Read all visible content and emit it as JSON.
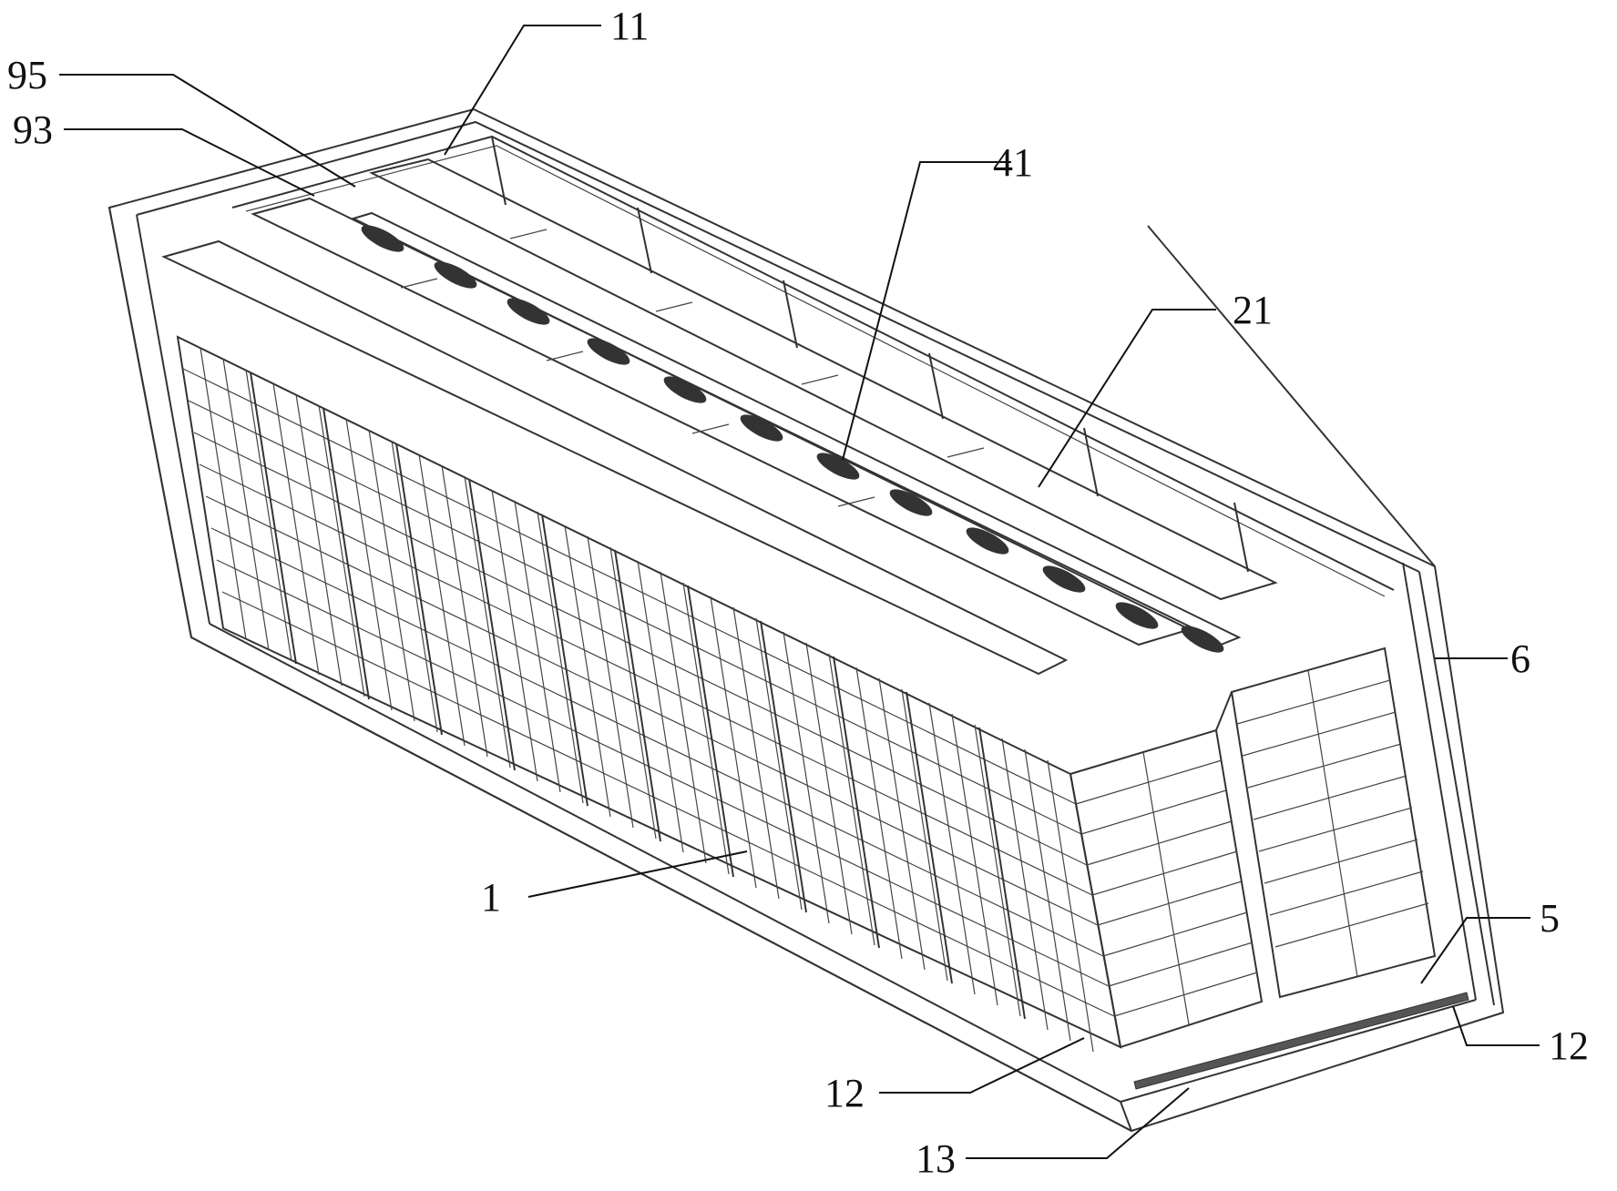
{
  "labels": {
    "l95": "95",
    "l93": "93",
    "l11": "11",
    "l41": "41",
    "l21": "21",
    "l6": "6",
    "l1": "1",
    "l5": "5",
    "l12a": "12",
    "l12b": "12",
    "l13": "13"
  }
}
